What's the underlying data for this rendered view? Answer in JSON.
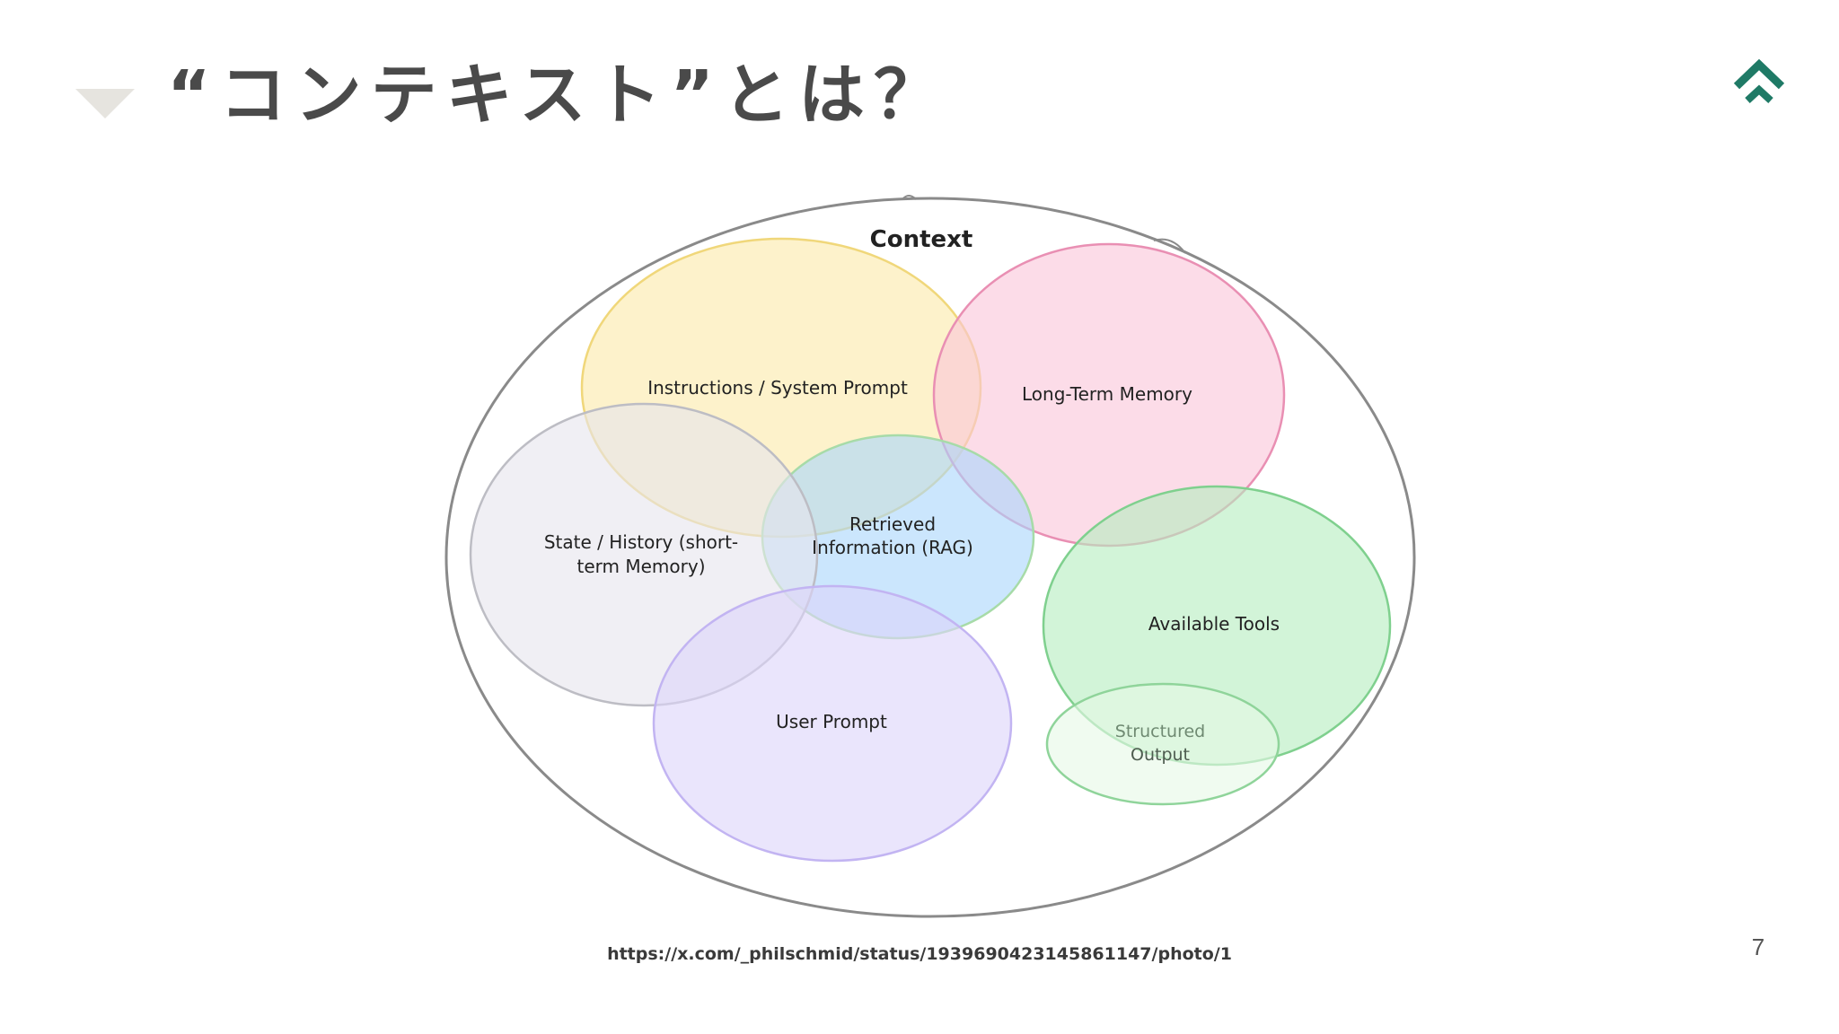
{
  "slide": {
    "title": "“コンテキスト”とは？",
    "source_url": "https://x.com/_philschmid/status/1939690423145861147/photo/1",
    "page_number": "7"
  },
  "diagram": {
    "outer_label": "Context",
    "labels": {
      "instructions": "Instructions / System Prompt",
      "long_term_memory": "Long-Term Memory",
      "state_history_line1": "State / History (short-",
      "state_history_line2": "term Memory)",
      "rag_line1": "Retrieved",
      "rag_line2": "Information (RAG)",
      "available_tools": "Available Tools",
      "user_prompt": "User Prompt",
      "structured_output_line1": "Structured",
      "structured_output_line2": "Output"
    }
  },
  "colors": {
    "brand": "#1f7a66",
    "instructions": "#fbe9a8",
    "long_term_memory": "#fac5d9",
    "state_history": "#e6e5ec",
    "rag": "#a9d6fb",
    "available_tools": "#b4edbe",
    "user_prompt": "#dcd4fa",
    "structured_output": "#e6f8e6"
  }
}
